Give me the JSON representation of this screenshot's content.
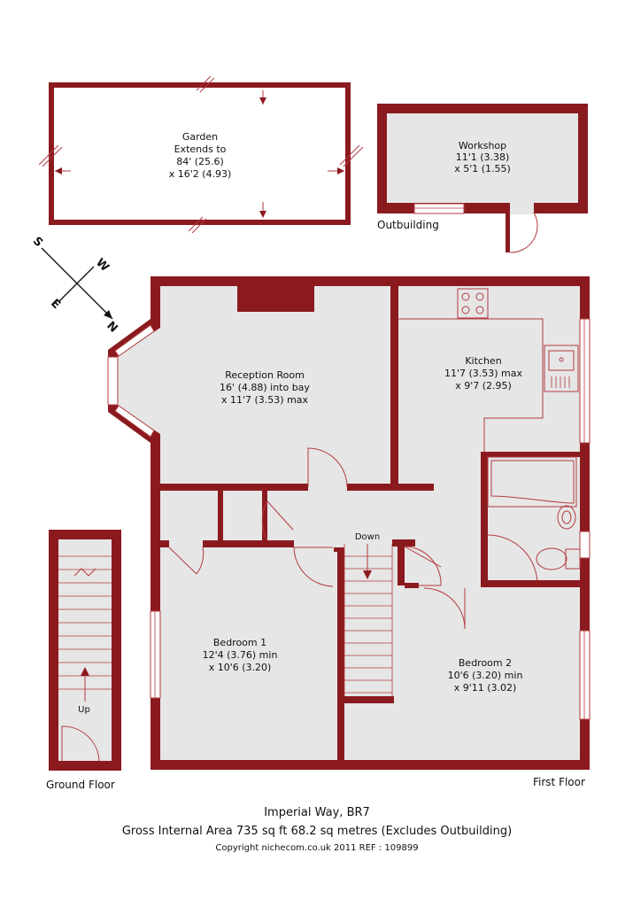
{
  "colors": {
    "wall": "#8b1a1f",
    "floor": "#e6e6e6",
    "line": "#b33a3f"
  },
  "garden": {
    "name": "Garden",
    "line1": "Extends to",
    "line2": "84' (25.6)",
    "line3": "x 16'2 (4.93)"
  },
  "workshop": {
    "name": "Workshop",
    "line1": "11'1 (3.38)",
    "line2": "x 5'1 (1.55)"
  },
  "outbuilding_label": "Outbuilding",
  "compass": {
    "s": "S",
    "w": "W",
    "e": "E",
    "n": "N"
  },
  "reception": {
    "name": "Reception Room",
    "line1": "16' (4.88) into bay",
    "line2": "x 11'7 (3.53) max"
  },
  "kitchen": {
    "name": "Kitchen",
    "line1": "11'7 (3.53) max",
    "line2": "x 9'7 (2.95)"
  },
  "bedroom1": {
    "name": "Bedroom 1",
    "line1": "12'4 (3.76) min",
    "line2": "x 10'6 (3.20)"
  },
  "bedroom2": {
    "name": "Bedroom 2",
    "line1": "10'6 (3.20) min",
    "line2": "x 9'11 (3.02)"
  },
  "stairs": {
    "down": "Down",
    "up": "Up"
  },
  "floors": {
    "ground": "Ground Floor",
    "first": "First Floor"
  },
  "footer": {
    "address": "Imperial Way, BR7",
    "area": "Gross Internal Area 735 sq ft 68.2 sq metres (Excludes Outbuilding)",
    "copyright": "Copyright nichecom.co.uk 2011    REF : 109899"
  }
}
